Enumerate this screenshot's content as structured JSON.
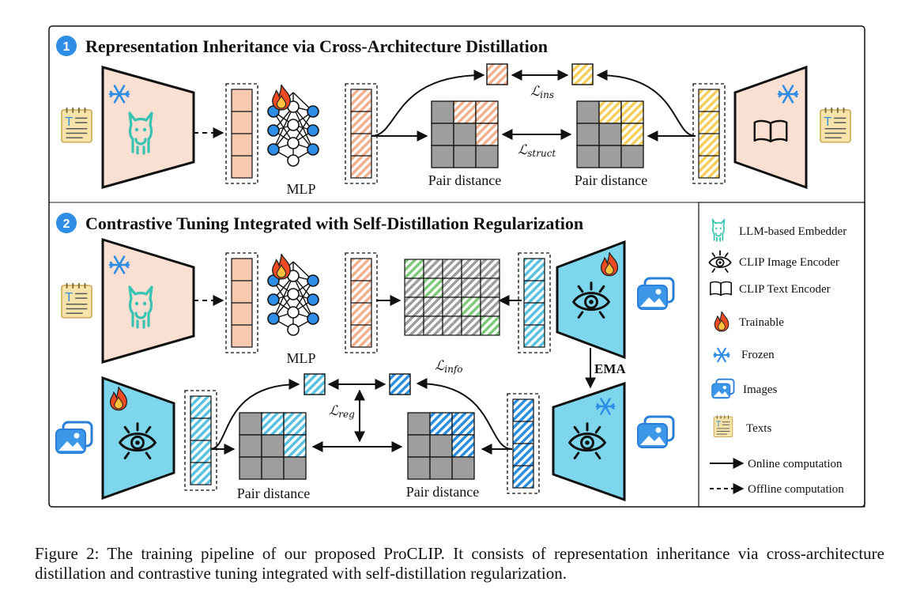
{
  "section1": {
    "number": "1",
    "title": "Representation Inheritance via Cross-Architecture Distillation"
  },
  "section2": {
    "number": "2",
    "title": "Contrastive Tuning Integrated with Self-Distillation Regularization"
  },
  "labels": {
    "mlp": "MLP",
    "pair_distance": "Pair distance",
    "ema": "EMA",
    "loss_ins": {
      "main": "ℒ",
      "sub": "ins"
    },
    "loss_struct": {
      "main": "ℒ",
      "sub": "struct"
    },
    "loss_info": {
      "main": "ℒ",
      "sub": "info"
    },
    "loss_reg": {
      "main": "ℒ",
      "sub": "reg"
    }
  },
  "legend": [
    {
      "icon": "llama-icon",
      "label": "LLM-based Embedder"
    },
    {
      "icon": "eye-icon",
      "label": "CLIP Image Encoder"
    },
    {
      "icon": "book-icon",
      "label": "CLIP Text Encoder"
    },
    {
      "icon": "fire-icon",
      "label": "Trainable"
    },
    {
      "icon": "snowflake-icon",
      "label": "Frozen"
    },
    {
      "icon": "images-icon",
      "label": "Images"
    },
    {
      "icon": "text-document-icon",
      "label": "Texts"
    },
    {
      "icon": "solid-arrow-icon",
      "label": "Online computation"
    },
    {
      "icon": "dashed-arrow-icon",
      "label": "Offline computation"
    }
  ],
  "colors": {
    "peach": "#f9e0d2",
    "peach_stripe": "#f2b08e",
    "yellow_stripe": "#f5cf5a",
    "cyan": "#7dd6ec",
    "cyan_stripe": "#58c2e0",
    "blue_stripe": "#2a8fe0",
    "green_stripe": "#7fc97a",
    "grey_cell": "#9e9e9e",
    "fire": "#f04a22",
    "ice": "#2e8de6"
  },
  "caption": "Figure 2: The training pipeline of our proposed ProCLIP. It consists of representation inheritance via cross-architecture distillation and contrastive tuning integrated with self-distillation regularization."
}
